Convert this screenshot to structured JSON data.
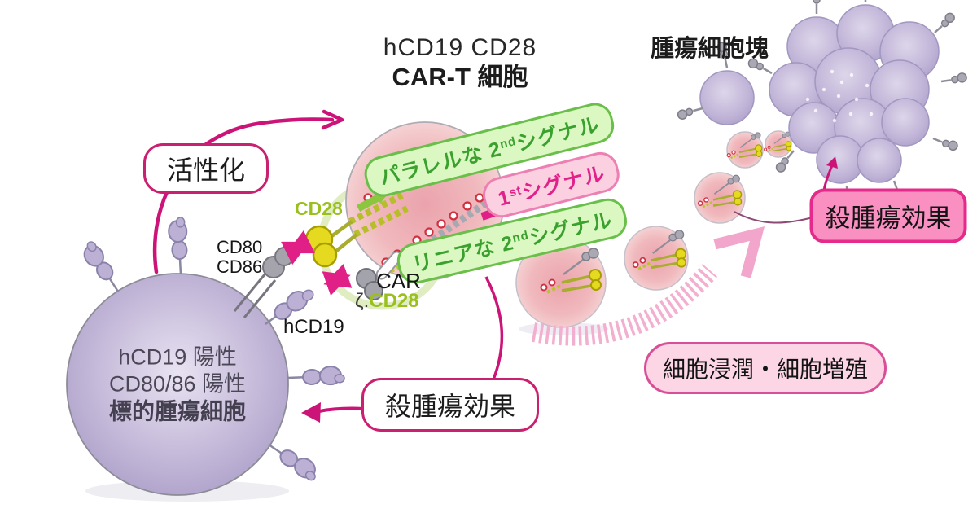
{
  "figure": {
    "title": {
      "line1": "hCD19 CD28",
      "line2": "CAR-T 細胞"
    },
    "tumor_mass_label": "腫瘍細胞塊",
    "activation_label": "活性化",
    "molecules": {
      "cd28": "CD28",
      "cd80": "CD80",
      "cd86": "CD86",
      "car": "CAR",
      "zeta": "ζ.",
      "car_cd28": "CD28",
      "hcd19": "hCD19"
    },
    "target_cell": {
      "line1": "hCD19 陽性",
      "line2": "CD80/86 陽性",
      "line3": "標的腫瘍細胞"
    },
    "signals": {
      "parallel": {
        "prefix": "パラレルな 2",
        "sup": "nd",
        "suffix": " シグナル"
      },
      "first": {
        "prefix": "1",
        "sup": "st",
        "suffix": " シグナル"
      },
      "linear": {
        "prefix": "リニアな 2",
        "sup": "nd",
        "suffix": " シグナル"
      }
    },
    "effects": {
      "kill_center": "殺腫瘍効果",
      "kill_right": "殺腫瘍効果",
      "infiltration": "細胞浸潤・細胞増殖"
    },
    "colors": {
      "magenta_arrow": "#cc1377",
      "signal_green_text": "#3aa12e",
      "signal_green_fill": "#dbf8c2",
      "signal_green_border": "#69bf49",
      "signal_pink_fill": "#fbd0e0",
      "signal_pink_text": "#e0218a",
      "kill_right_fill": "#fa90c2",
      "infiltration_fill": "#fcd6e5",
      "cd28_label_green": "#99c01d",
      "cd28_yellow": "#e5da1f",
      "tumor_cell_purple": "#b3a6cc",
      "car_t_cell_pink": "#eeaab2"
    }
  }
}
